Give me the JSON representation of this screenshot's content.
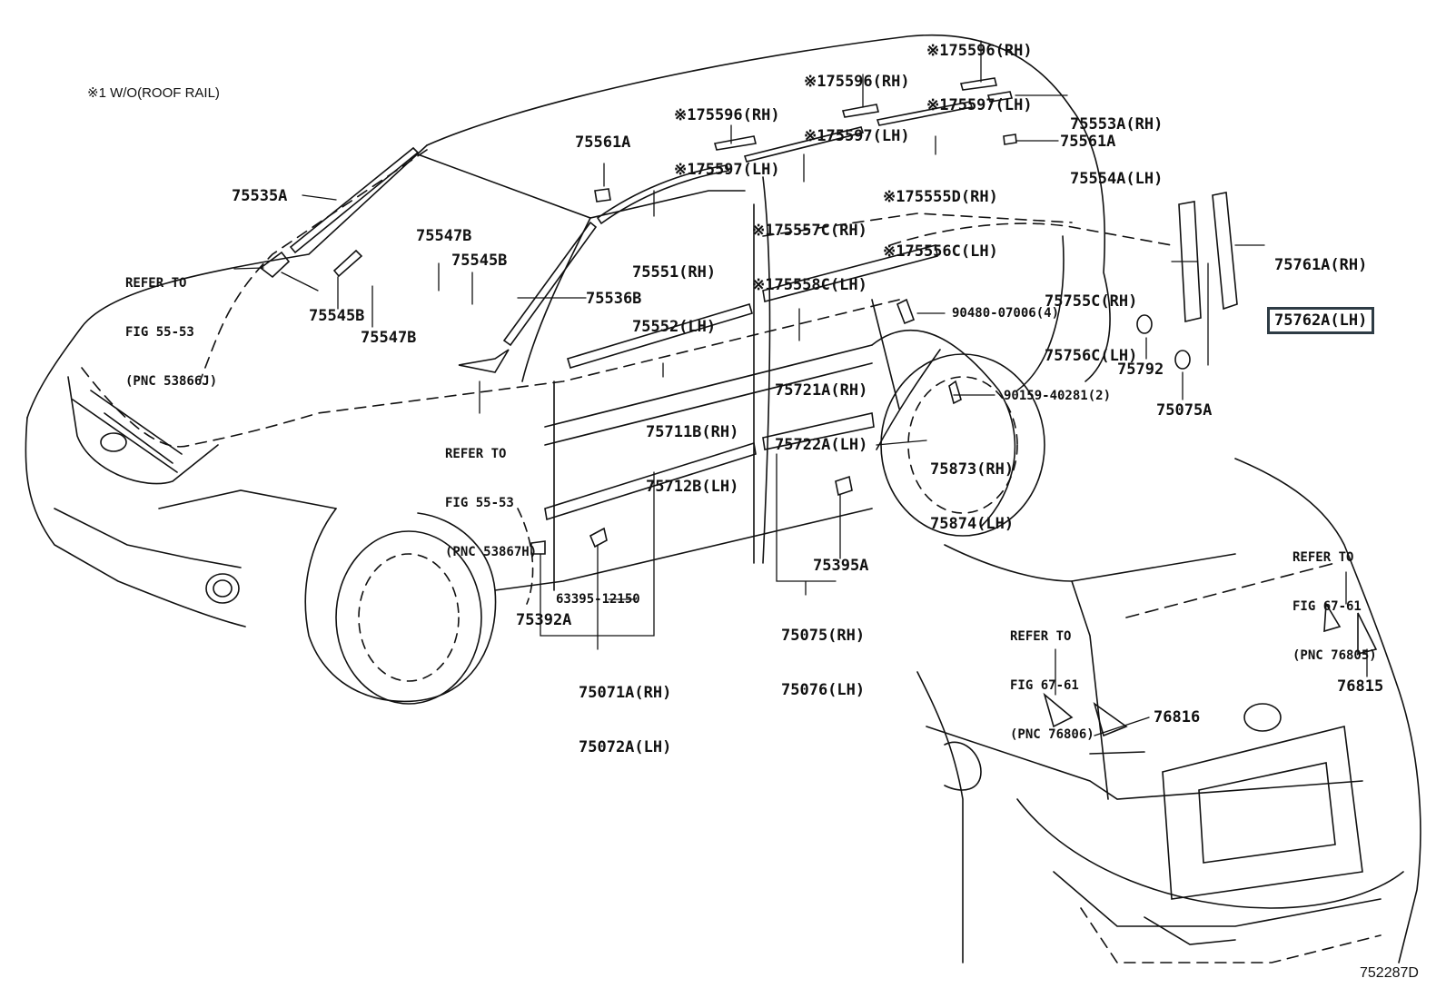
{
  "note": "※1 W/O(ROOF RAIL)",
  "illustration_code": "752287D",
  "highlight_color": "#2e3c45",
  "labels": {
    "l75535A": "75535A",
    "refer5553a": [
      "REFER TO",
      "FIG 55-53",
      "(PNC 53866J)"
    ],
    "l75545B_left": "75545B",
    "l75547B_left": "75547B",
    "l75547B_mid": "75547B",
    "l75545B_mid": "75545B",
    "l75536B": "75536B",
    "refer5553b": [
      "REFER TO",
      "FIG 55-53",
      "(PNC 53867H)"
    ],
    "l75561A_left": "75561A",
    "l75551": [
      "75551(RH)",
      "75552(LH)"
    ],
    "roof_clip_1": [
      "※175596(RH)",
      "※175597(LH)"
    ],
    "roof_clip_2": [
      "※175596(RH)",
      "※175597(LH)"
    ],
    "roof_clip_3": [
      "※175596(RH)",
      "※175597(LH)"
    ],
    "l75553A": [
      "75553A(RH)",
      "75554A(LH)"
    ],
    "l75561A_right": "75561A",
    "l75555D": [
      "※175555D(RH)",
      "※175556C(LH)"
    ],
    "l75557C": [
      "※175557C(RH)",
      "※175558C(LH)"
    ],
    "l75711B": [
      "75711B(RH)",
      "75712B(LH)"
    ],
    "l75721A": [
      "75721A(RH)",
      "75722A(LH)"
    ],
    "l90480": "90480-07006(4)",
    "l90159": "90159-40281(2)",
    "l75755C": [
      "75755C(RH)",
      "75756C(LH)"
    ],
    "l75761A": [
      "75761A(RH)",
      "75762A(LH)"
    ],
    "l75792": "75792",
    "l75075A": "75075A",
    "l75873": [
      "75873(RH)",
      "75874(LH)"
    ],
    "l75395A": "75395A",
    "l75075": [
      "75075(RH)",
      "75076(LH)"
    ],
    "l63395": "63395-12150",
    "l75392A": "75392A",
    "l75071A": [
      "75071A(RH)",
      "75072A(LH)"
    ],
    "refer6761a": [
      "REFER TO",
      "FIG 67-61",
      "(PNC 76806)"
    ],
    "refer6761b": [
      "REFER TO",
      "FIG 67-61",
      "(PNC 76805)"
    ],
    "l76816": "76816",
    "l76815": "76815"
  }
}
